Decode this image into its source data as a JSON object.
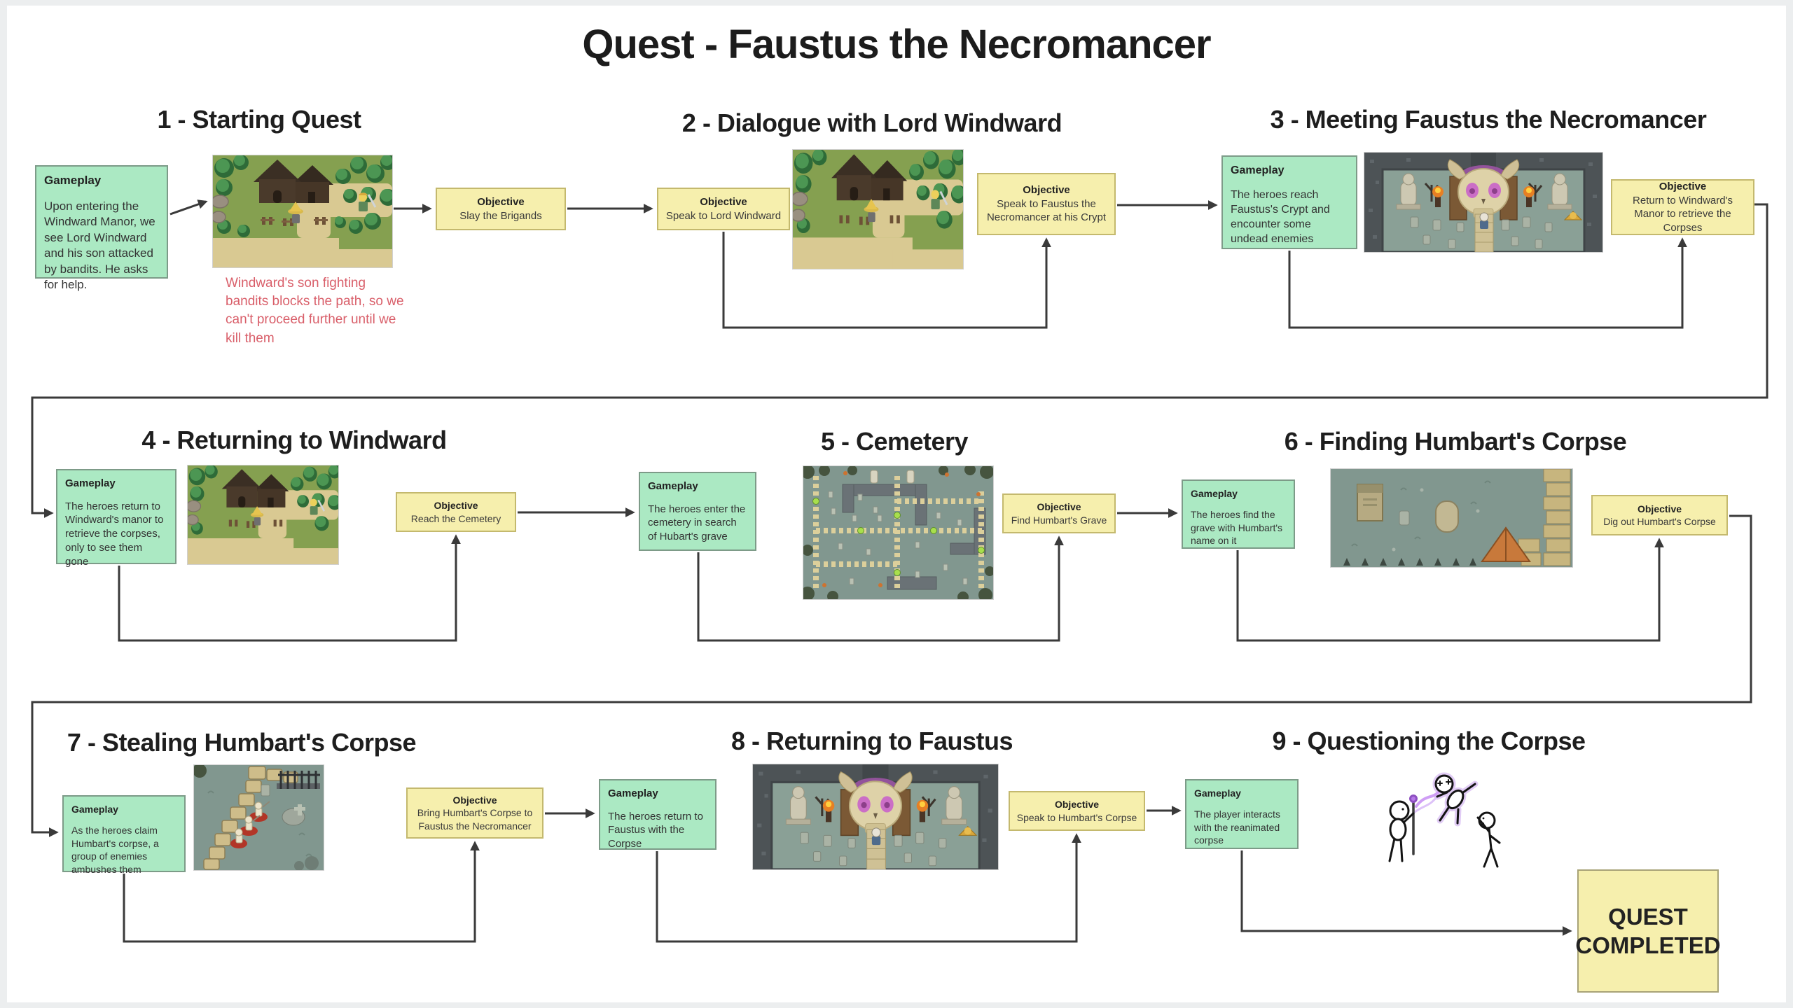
{
  "page": {
    "title": "Quest - Faustus the Necromancer"
  },
  "labels": {
    "gameplay": "Gameplay",
    "objective": "Objective"
  },
  "quest_completed": "QUEST COMPLETED",
  "colors": {
    "gameplay_fill": "#abe9c3",
    "objective_fill": "#f6efad",
    "annotation_text": "#d95f6a",
    "connector": "#3a3a3a",
    "title_text": "#1c1c1c"
  },
  "sections": [
    {
      "title": "1 - Starting Quest",
      "gameplay": "Upon entering the Windward Manor, we see Lord Windward and his son attacked by bandits. He asks for help.",
      "annotation": "Windward's son fighting bandits blocks the path, so we can't proceed further until we kill them",
      "objectives": [
        "Slay the Brigands"
      ],
      "screenshot": "village-manor-scene"
    },
    {
      "title": "2 - Dialogue with Lord Windward",
      "objectives": [
        "Speak to Lord Windward",
        "Speak to Faustus the Necromancer at his Crypt"
      ],
      "screenshot": "village-manor-scene"
    },
    {
      "title": "3 - Meeting Faustus the Necromancer",
      "gameplay": "The heroes reach Faustus's Crypt and encounter some undead enemies",
      "objectives": [
        "Return to Windward's Manor to retrieve the Corpses"
      ],
      "screenshot": "crypt-skull-altar-scene"
    },
    {
      "title": "4 - Returning to Windward",
      "gameplay": "The heroes return to Windward's manor to retrieve the corpses, only to see them gone",
      "objectives": [
        "Reach the Cemetery"
      ],
      "screenshot": "village-manor-scene"
    },
    {
      "title": "5 - Cemetery",
      "gameplay": "The heroes enter the cemetery in search of Hubart's grave",
      "objectives": [
        "Find Humbart's Grave"
      ],
      "screenshot": "cemetery-map-scene"
    },
    {
      "title": "6 - Finding Humbart's Corpse",
      "gameplay": "The heroes find the grave with Humbart's name on it",
      "objectives": [
        "Dig out Humbart's Corpse"
      ],
      "screenshot": "graveyard-closeup-scene"
    },
    {
      "title": "7 - Stealing Humbart's Corpse",
      "gameplay": "As the heroes claim Humbart's corpse, a group of enemies ambushes them",
      "objectives": [
        "Bring Humbart's Corpse to Faustus the Necromancer"
      ],
      "screenshot": "ambush-battle-scene"
    },
    {
      "title": "8 - Returning to Faustus",
      "gameplay": "The heroes return to Faustus with the Corpse",
      "objectives": [
        "Speak to Humbart's Corpse"
      ],
      "screenshot": "crypt-skull-altar-scene"
    },
    {
      "title": "9 - Questioning the Corpse",
      "gameplay": "The player interacts with the reanimated corpse",
      "objectives": [],
      "screenshot": "stick-figure-reanimation-drawing"
    }
  ]
}
